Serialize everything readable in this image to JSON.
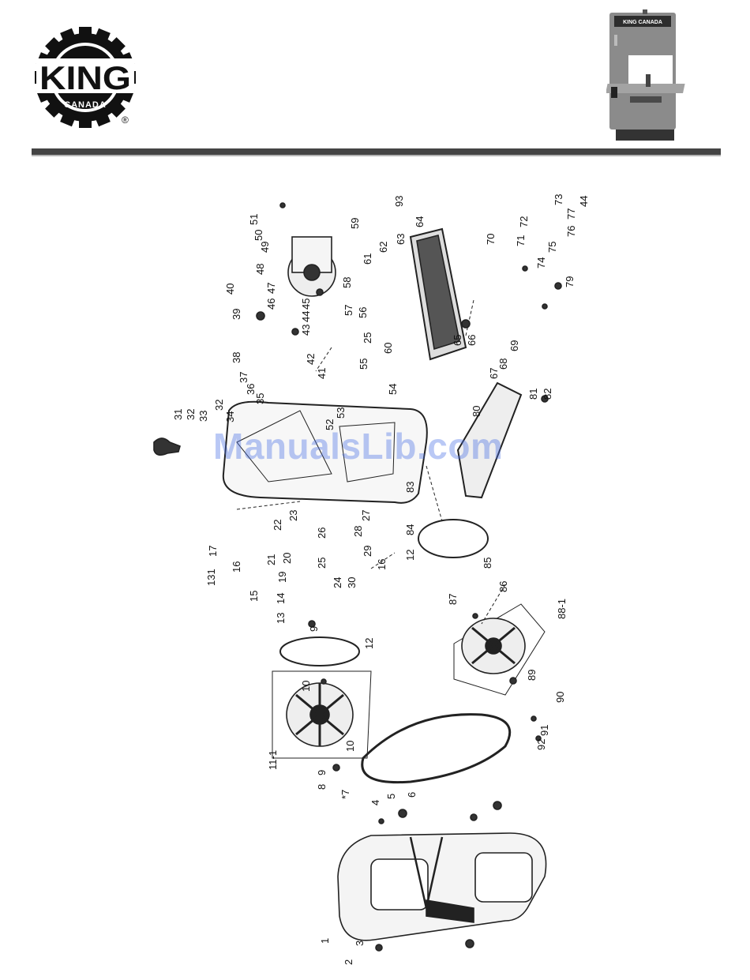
{
  "header": {
    "logo": {
      "brand": "KING",
      "sub": "CANADA",
      "mark": "®"
    },
    "photo_badge": "KING CANADA"
  },
  "watermark": "ManualsLib.com",
  "callouts": {
    "c1": "1",
    "c2": "2",
    "c3": "3",
    "c4": "4",
    "c5": "5",
    "c6": "6",
    "c7": "*7",
    "c8": "8",
    "c9a": "9",
    "c9b": "9",
    "c10a": "10",
    "c10b": "10",
    "c11": "11-1",
    "c12a": "12",
    "c12b": "12",
    "c13": "13",
    "c14": "14",
    "c15": "15",
    "c16a": "16",
    "c16b": "16",
    "c17": "17",
    "c19": "19",
    "c20": "20",
    "c21": "21",
    "c22": "22",
    "c23": "23",
    "c24": "24",
    "c25a": "25",
    "c25b": "25",
    "c26": "26",
    "c27": "27",
    "c28": "28",
    "c29": "29",
    "c30": "30",
    "c31": "31",
    "c32a": "32",
    "c32b": "32",
    "c33": "33",
    "c34": "34",
    "c35": "35",
    "c36": "36",
    "c37": "37",
    "c38": "38",
    "c39": "39",
    "c40": "40",
    "c41": "41",
    "c42": "42",
    "c43": "43",
    "c44a": "44",
    "c44b": "44",
    "c45": "45",
    "c46": "46",
    "c47": "47",
    "c48": "48",
    "c49": "49",
    "c50": "50",
    "c51": "51",
    "c52": "52",
    "c53": "53",
    "c54": "54",
    "c55": "55",
    "c56": "56",
    "c57": "57",
    "c58": "58",
    "c59": "59",
    "c60": "60",
    "c61": "61",
    "c62": "62",
    "c63": "63",
    "c64": "64",
    "c65": "65",
    "c66": "66",
    "c67": "67",
    "c68": "68",
    "c69": "69",
    "c70": "70",
    "c71": "71",
    "c72": "72",
    "c73": "73",
    "c74": "74",
    "c75": "75",
    "c76": "76",
    "c77": "77",
    "c79": "79",
    "c80": "80",
    "c81": "81",
    "c82": "82",
    "c83": "83",
    "c84": "84",
    "c85": "85",
    "c86": "86",
    "c87": "87",
    "c88": "88-1",
    "c89": "89",
    "c90": "90",
    "c91": "91",
    "c92": "92",
    "c93": "93",
    "c131": "131"
  }
}
